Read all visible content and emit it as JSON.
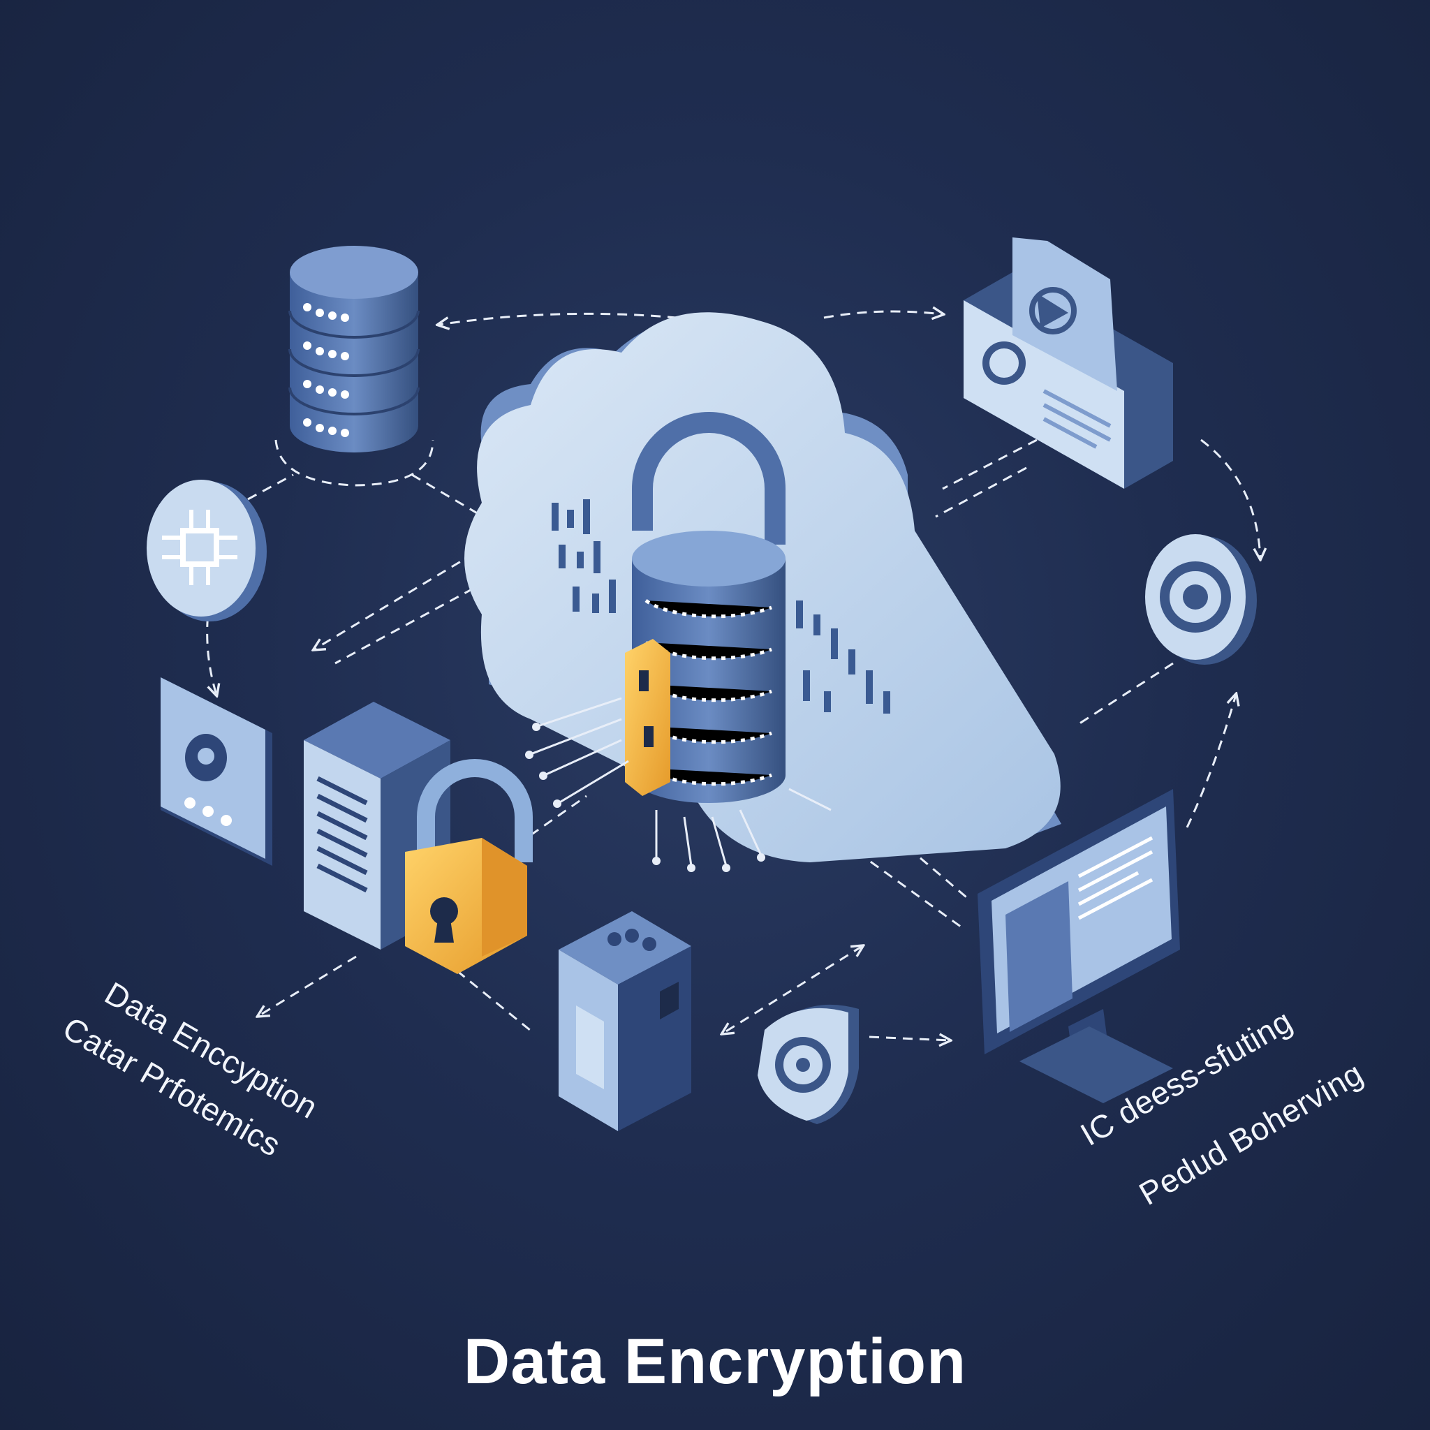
{
  "labels": {
    "left_line1": "Data Enccyption",
    "left_line2": "Catar Prfotemics",
    "right_line1": "IC deess-sfuting",
    "right_line2": "Pedud Boherving"
  },
  "title": "Data Encryption",
  "colors": {
    "background": "#1f2d50",
    "cloud": "#b9d0ea",
    "device_blue": "#4f6fa8",
    "lock_gold": "#f2b13c",
    "text": "#ffffff"
  },
  "icons": [
    "database-icon",
    "chip-icon",
    "tablet-icon",
    "server-tower-icon",
    "padlock-icon",
    "cloud-icon",
    "encrypted-vault-icon",
    "media-device-icon",
    "target-icon",
    "monitor-icon",
    "secure-box-icon",
    "shield-icon"
  ]
}
